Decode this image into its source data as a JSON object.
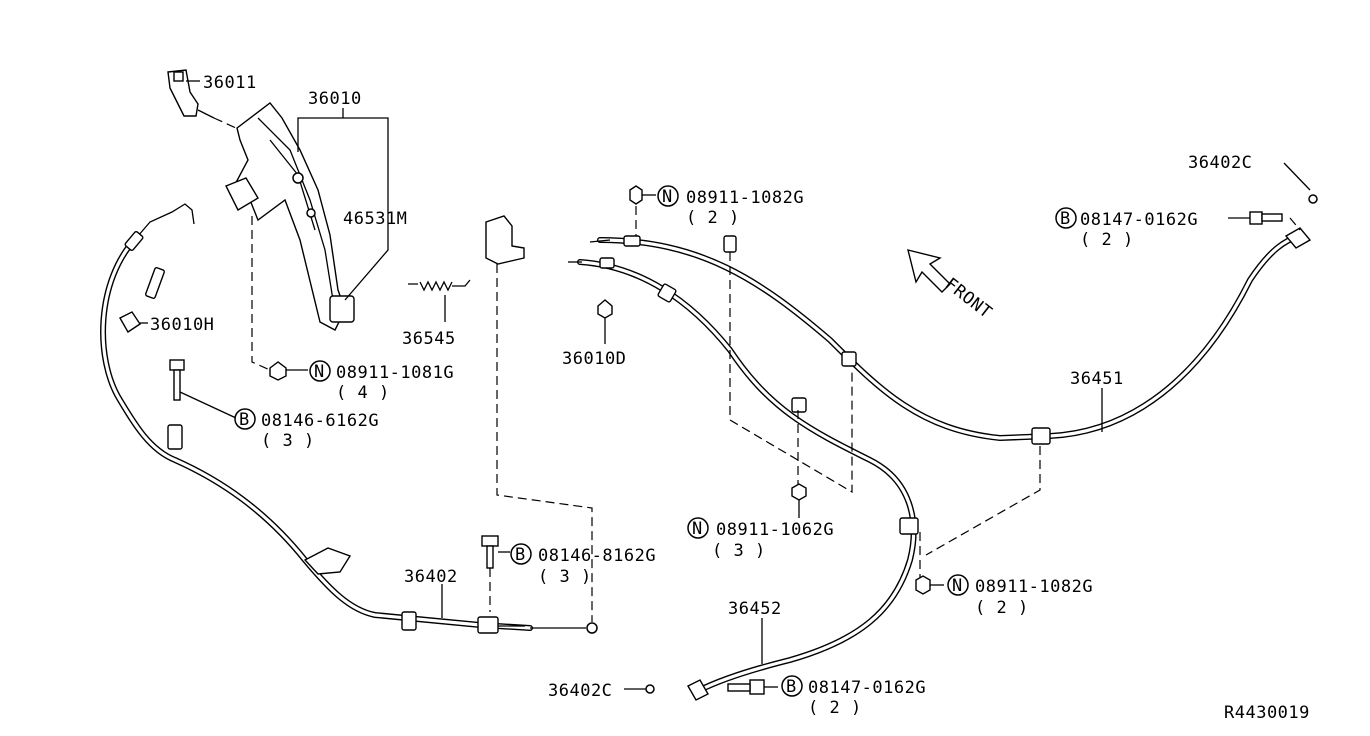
{
  "diagram_id": "R4430019",
  "front_label": "FRONT",
  "labels": {
    "p36011": "36011",
    "p36010": "36010",
    "p46531M": "46531M",
    "p36010H": "36010H",
    "p36545": "36545",
    "p36010D": "36010D",
    "p36402": "36402",
    "p36451": "36451",
    "p36452": "36452",
    "p36402C_top": "36402C",
    "p36402C_bottom": "36402C"
  },
  "fasteners": [
    {
      "symbol": "N",
      "code": "08911-1081G",
      "qty": "( 4 )"
    },
    {
      "symbol": "B",
      "code": "08146-6162G",
      "qty": "( 3 )"
    },
    {
      "symbol": "B",
      "code": "08146-8162G",
      "qty": "( 3 )"
    },
    {
      "symbol": "N",
      "code": "08911-1082G",
      "qty": "( 2 )"
    },
    {
      "symbol": "N",
      "code": "08911-1062G",
      "qty": "( 3 )"
    },
    {
      "symbol": "N",
      "code": "08911-1082G",
      "qty": "( 2 )"
    },
    {
      "symbol": "B",
      "code": "08147-0162G",
      "qty": "( 2 )"
    },
    {
      "symbol": "B",
      "code": "08147-0162G",
      "qty": "( 2 )"
    }
  ]
}
